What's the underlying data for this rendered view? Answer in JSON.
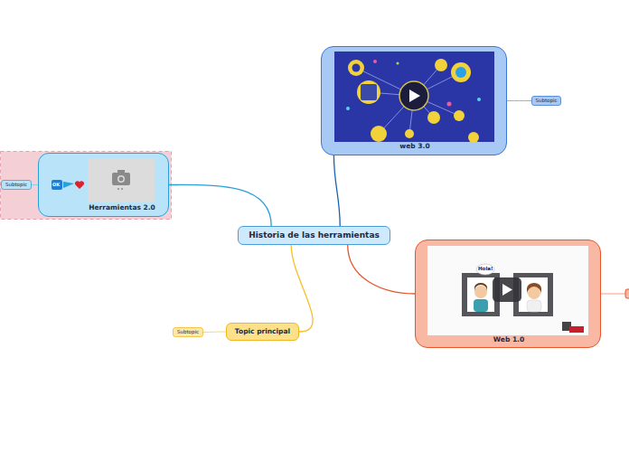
{
  "diagram": {
    "nodes": [
      {
        "text": [
          "web 3.0"
        ]
      },
      {
        "text": [
          "Subtopic"
        ]
      },
      {
        "text": [
          "Herramientas 2.0"
        ]
      },
      {
        "text": [
          "Subtopic"
        ]
      },
      {
        "text": [
          "Historia de las herramientas"
        ]
      },
      {
        "text": [
          "Web 1.0"
        ]
      },
      {
        "text": [
          "Topic principal"
        ]
      },
      {
        "text": [
          "Subtopic"
        ]
      }
    ],
    "edges": [
      {
        "from": 4,
        "to": 0,
        "arrow": "none"
      },
      {
        "from": 0,
        "to": 1,
        "arrow": "none"
      },
      {
        "from": 4,
        "to": 2,
        "arrow": "none"
      },
      {
        "from": 2,
        "to": 3,
        "arrow": "none"
      },
      {
        "from": 4,
        "to": 5,
        "arrow": "none"
      },
      {
        "from": 4,
        "to": 6,
        "arrow": "none"
      },
      {
        "from": 6,
        "to": 7,
        "arrow": "none"
      }
    ],
    "labels": [
      "Hola!",
      "OK"
    ]
  }
}
